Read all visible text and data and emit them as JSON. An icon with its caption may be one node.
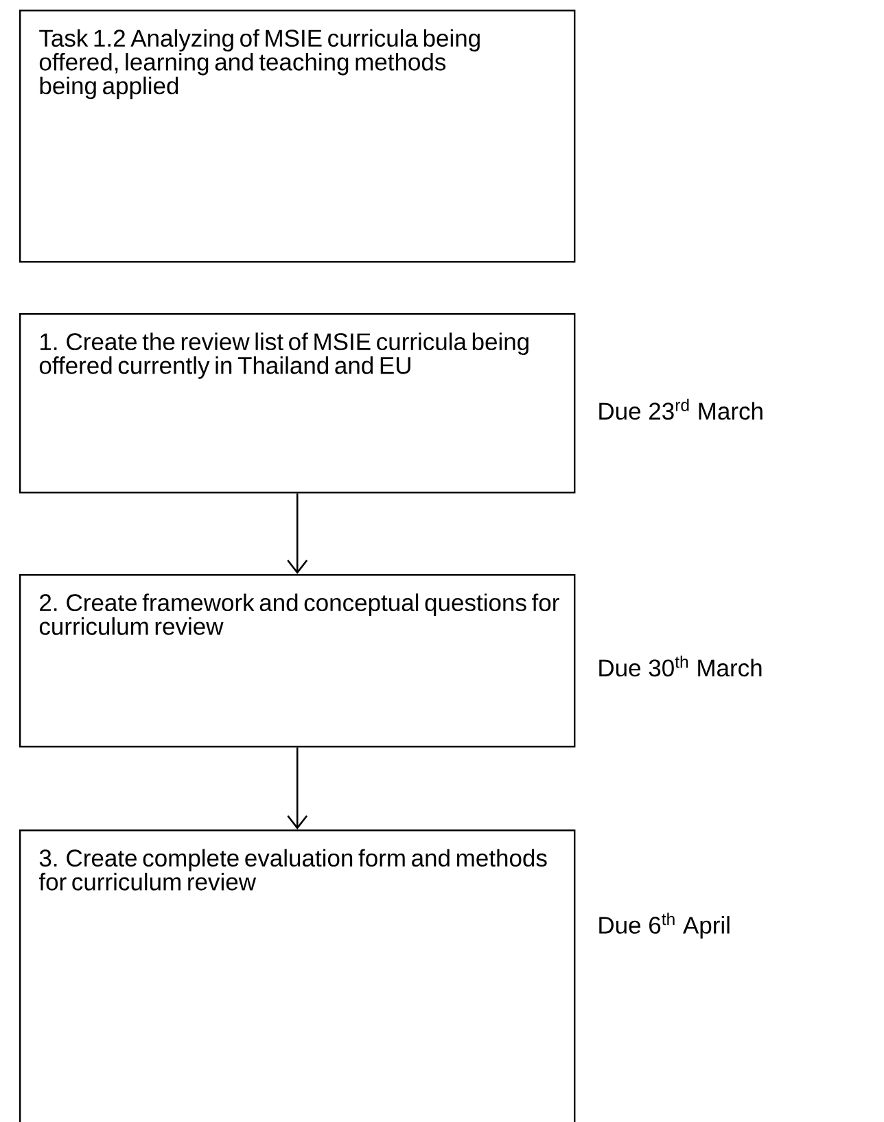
{
  "diagram": {
    "nodes": [
      {
        "text": [
          "Task 1.2 Analyzing of MSIE curricula being offered, learning and teaching methods being applied"
        ]
      },
      {
        "text": [
          "1. Create the review list of MSIE curricula being offered currently in Thailand and EU"
        ],
        "beside": [
          "Due 23$^{rd}$ March"
        ]
      },
      {
        "text": [
          "2. Create framework and conceptual questions for curriculum review"
        ],
        "beside": [
          "Due 30$^{th}$ March"
        ]
      },
      {
        "text": [
          "3. Create complete evaluation form and methods for curriculum review"
        ],
        "beside": [
          "Due 6$^{th}$ April"
        ]
      }
    ],
    "edges": [
      {
        "from": 1,
        "to": 2,
        "arrow": "to"
      },
      {
        "from": 2,
        "to": 3,
        "arrow": "to"
      }
    ]
  }
}
